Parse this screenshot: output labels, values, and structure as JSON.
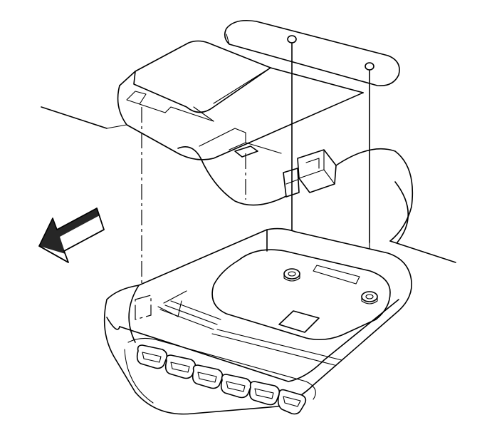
{
  "diagram": {
    "kind": "exploded-assembly-line-drawing",
    "parts": [
      "headliner",
      "mounting-bracket",
      "trim-cover-plate",
      "overhead-console",
      "wiring-harness-connector",
      "mounting-screw",
      "switch-button"
    ],
    "arrow_direction": "front-left",
    "switch_button_count": 6,
    "colors": {
      "line": "#000000",
      "background": "#ffffff"
    }
  }
}
